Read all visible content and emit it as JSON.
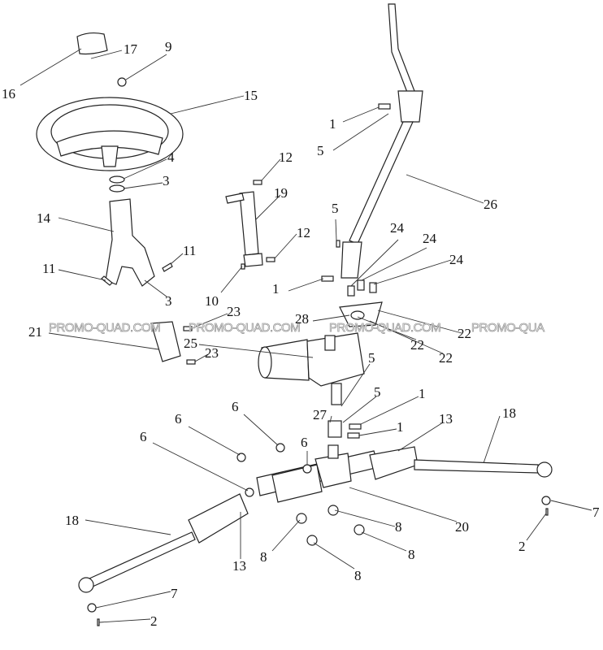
{
  "watermark": "PROMO-QUAD.COM",
  "watermark_clipped": "PROMO-QUA",
  "callouts": [
    "16",
    "17",
    "9",
    "15",
    "4",
    "3",
    "14",
    "11",
    "11",
    "3",
    "12",
    "19",
    "12",
    "10",
    "1",
    "5",
    "26",
    "5",
    "24",
    "24",
    "24",
    "1",
    "28",
    "22",
    "22",
    "22",
    "23",
    "23",
    "25",
    "21",
    "5",
    "5",
    "1",
    "13",
    "18",
    "27",
    "1",
    "6",
    "6",
    "6",
    "6",
    "20",
    "8",
    "8",
    "8",
    "8",
    "7",
    "2",
    "18",
    "13",
    "7",
    "2"
  ]
}
